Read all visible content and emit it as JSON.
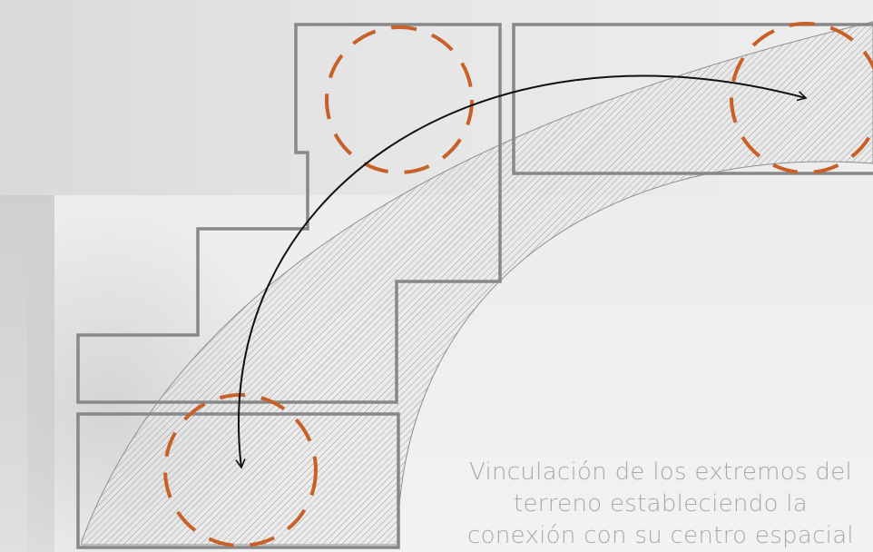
{
  "caption": {
    "lines": [
      "Vinculación de los extremos del",
      "terreno estableciendo la",
      "conexión con su centro espacial"
    ]
  },
  "colors": {
    "outline": "#888888",
    "accent_circle": "#c8602a",
    "arrow": "#111111",
    "hatch": "#9a9a9a",
    "caption": "#a9a9a9"
  }
}
